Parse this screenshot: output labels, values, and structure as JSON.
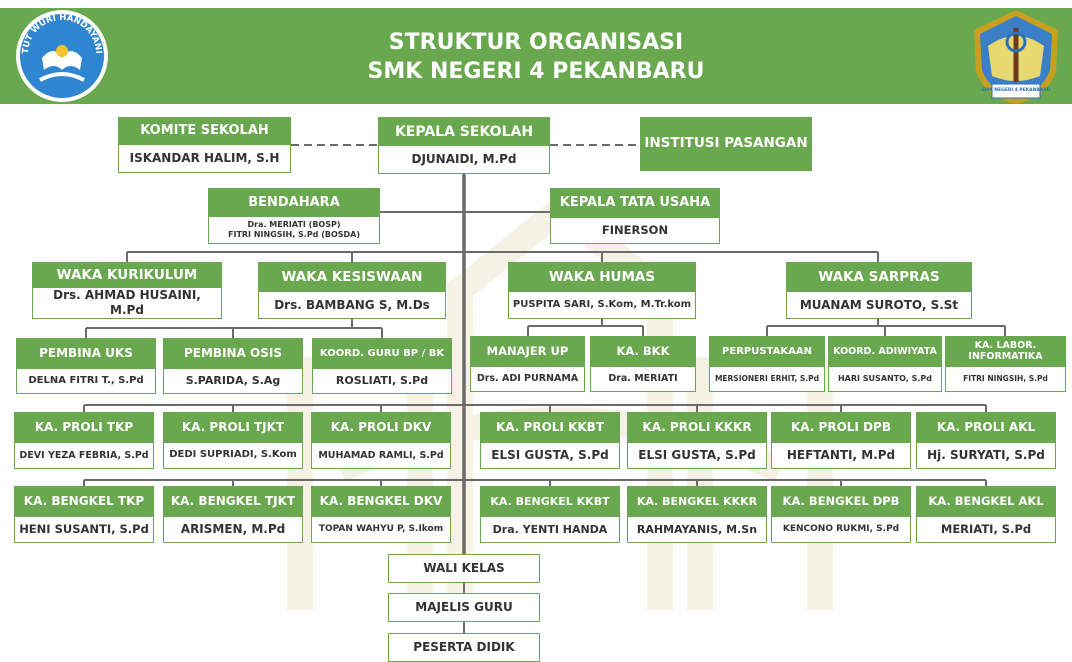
{
  "header": {
    "title_line1": "STRUKTUR ORGANISASI",
    "title_line2": "SMK NEGERI 4 PEKANBARU",
    "left_logo_text": "TUT WURI HANDAYANI",
    "right_logo_text": "SMK NEGERI 4 PEKANBARU"
  },
  "colors": {
    "accent": "#6aa84f",
    "line": "#6b6b6b",
    "text": "#333333"
  },
  "chart_data": {
    "type": "org-chart",
    "nodes": [
      {
        "id": "komite",
        "title": "KOMITE SEKOLAH",
        "names": [
          "ISKANDAR HALIM, S.H"
        ]
      },
      {
        "id": "kepsek",
        "title": "KEPALA SEKOLAH",
        "names": [
          "DJUNAIDI, M.Pd"
        ]
      },
      {
        "id": "institusi",
        "title": "INSTITUSI PASANGAN",
        "names": []
      },
      {
        "id": "bendahara",
        "title": "BENDAHARA",
        "names": [
          "Dra. MERIATI (BOSP)",
          "FITRI NINGSIH, S.Pd (BOSDA)"
        ]
      },
      {
        "id": "ktu",
        "title": "KEPALA TATA USAHA",
        "names": [
          "FINERSON"
        ]
      },
      {
        "id": "kurikulum",
        "title": "WAKA KURIKULUM",
        "names": [
          "Drs. AHMAD HUSAINI, M.Pd"
        ]
      },
      {
        "id": "kesiswaan",
        "title": "WAKA KESISWAAN",
        "names": [
          "Drs. BAMBANG S, M.Ds"
        ]
      },
      {
        "id": "humas",
        "title": "WAKA HUMAS",
        "names": [
          "PUSPITA SARI, S.Kom, M.Tr.kom"
        ]
      },
      {
        "id": "sarpras",
        "title": "WAKA SARPRAS",
        "names": [
          "MUANAM SUROTO, S.St"
        ]
      },
      {
        "id": "uks",
        "title": "PEMBINA UKS",
        "names": [
          "DELNA FITRI T., S.Pd"
        ]
      },
      {
        "id": "osis",
        "title": "PEMBINA OSIS",
        "names": [
          "S.PARIDA, S.Ag"
        ]
      },
      {
        "id": "bpbk",
        "title": "KOORD. GURU BP / BK",
        "names": [
          "ROSLIATI, S.Pd"
        ]
      },
      {
        "id": "manajer",
        "title": "MANAJER UP",
        "names": [
          "Drs. ADI PURNAMA"
        ]
      },
      {
        "id": "bkk",
        "title": "KA. BKK",
        "names": [
          "Dra. MERIATI"
        ]
      },
      {
        "id": "perpus",
        "title": "PERPUSTAKAAN",
        "names": [
          "MERSIONERI ERHIT, S.Pd"
        ]
      },
      {
        "id": "adiwiyata",
        "title": "KOORD. ADIWIYATA",
        "names": [
          "HARI SUSANTO, S.Pd"
        ]
      },
      {
        "id": "labor",
        "title": "KA. LABOR. INFORMATIKA",
        "names": [
          "FITRI NINGSIH, S.Pd"
        ]
      },
      {
        "id": "ptkp",
        "title": "KA. PROLI TKP",
        "names": [
          "DEVI YEZA FEBRIA, S.Pd"
        ]
      },
      {
        "id": "ptjkt",
        "title": "KA. PROLI TJKT",
        "names": [
          "DEDI SUPRIADI, S.Kom"
        ]
      },
      {
        "id": "pdkv",
        "title": "KA. PROLI DKV",
        "names": [
          "MUHAMAD  RAMLI, S.Pd"
        ]
      },
      {
        "id": "pkkbt",
        "title": "KA. PROLI KKBT",
        "names": [
          "ELSI GUSTA,  S.Pd"
        ]
      },
      {
        "id": "pkkkr",
        "title": "KA. PROLI KKKR",
        "names": [
          "ELSI GUSTA,  S.Pd"
        ]
      },
      {
        "id": "pdpb",
        "title": "KA. PROLI DPB",
        "names": [
          "HEFTANTI, M.Pd"
        ]
      },
      {
        "id": "pakl",
        "title": "KA. PROLI AKL",
        "names": [
          "Hj. SURYATI, S.Pd"
        ]
      },
      {
        "id": "btkp",
        "title": "KA. BENGKEL TKP",
        "names": [
          "HENI SUSANTI, S.Pd"
        ]
      },
      {
        "id": "btjkt",
        "title": "KA. BENGKEL TJKT",
        "names": [
          "ARISMEN, M.Pd"
        ]
      },
      {
        "id": "bdkv",
        "title": "KA. BENGKEL DKV",
        "names": [
          "TOPAN WAHYU P, S.Ikom"
        ]
      },
      {
        "id": "bkkbt",
        "title": "KA. BENGKEL KKBT",
        "names": [
          "Dra. YENTI HANDA"
        ]
      },
      {
        "id": "bkkkr",
        "title": "KA. BENGKEL KKKR",
        "names": [
          "RAHMAYANIS, M.Sn"
        ]
      },
      {
        "id": "bdpb",
        "title": "KA. BENGKEL DPB",
        "names": [
          "KENCONO RUKMI, S.Pd"
        ]
      },
      {
        "id": "bakl",
        "title": "KA. BENGKEL AKL",
        "names": [
          "MERIATI, S.Pd"
        ]
      },
      {
        "id": "walikelas",
        "title": "",
        "names": [
          "WALI KELAS"
        ]
      },
      {
        "id": "majelis",
        "title": "",
        "names": [
          "MAJELIS GURU"
        ]
      },
      {
        "id": "peserta",
        "title": "",
        "names": [
          "PESERTA DIDIK"
        ]
      }
    ],
    "edges": [
      {
        "from": "kepsek",
        "to": "komite",
        "style": "dashed"
      },
      {
        "from": "kepsek",
        "to": "institusi",
        "style": "dashed"
      },
      {
        "from": "kepsek",
        "to": "bendahara",
        "style": "solid"
      },
      {
        "from": "kepsek",
        "to": "ktu",
        "style": "solid"
      },
      {
        "from": "kepsek",
        "to": "kurikulum",
        "style": "solid"
      },
      {
        "from": "kepsek",
        "to": "kesiswaan",
        "style": "solid"
      },
      {
        "from": "kepsek",
        "to": "humas",
        "style": "solid"
      },
      {
        "from": "kepsek",
        "to": "sarpras",
        "style": "solid"
      },
      {
        "from": "kesiswaan",
        "to": "uks",
        "style": "solid"
      },
      {
        "from": "kesiswaan",
        "to": "osis",
        "style": "solid"
      },
      {
        "from": "kesiswaan",
        "to": "bpbk",
        "style": "solid"
      },
      {
        "from": "humas",
        "to": "manajer",
        "style": "solid"
      },
      {
        "from": "humas",
        "to": "bkk",
        "style": "solid"
      },
      {
        "from": "sarpras",
        "to": "perpus",
        "style": "solid"
      },
      {
        "from": "sarpras",
        "to": "adiwiyata",
        "style": "solid"
      },
      {
        "from": "sarpras",
        "to": "labor",
        "style": "solid"
      },
      {
        "from": "kepsek",
        "to": "walikelas",
        "style": "solid"
      },
      {
        "from": "walikelas",
        "to": "majelis",
        "style": "solid"
      },
      {
        "from": "majelis",
        "to": "peserta",
        "style": "solid"
      }
    ]
  }
}
